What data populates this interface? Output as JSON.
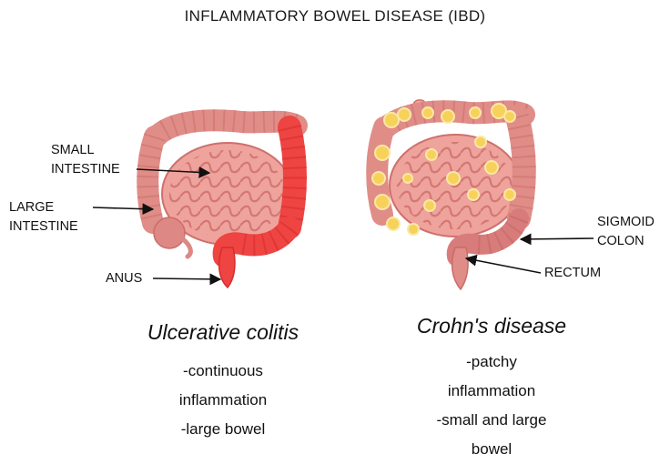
{
  "title": "INFLAMMATORY BOWEL DISEASE (IBD)",
  "labels": {
    "small_intestine": "SMALL\nINTESTINE",
    "large_intestine": "LARGE\nINTESTINE",
    "anus": "ANUS",
    "sigmoid_colon": "SIGMOID\nCOLON",
    "rectum": "RECTUM"
  },
  "uc": {
    "name": "Ulcerative colitis",
    "desc": [
      "-continuous",
      "inflammation",
      "-large bowel"
    ]
  },
  "crohns": {
    "name": "Crohn's disease",
    "desc": [
      "-patchy",
      "inflammation",
      "-small and large",
      "bowel"
    ]
  },
  "colors": {
    "tissue": "#e9968f",
    "tissue_dark": "#cf6f6c",
    "inflamed": "#ee4442",
    "inflamed_dark": "#d62d2e",
    "patch": "#f6d25a",
    "patch_light": "#fbe7a6",
    "loops": "#d87c7b"
  }
}
